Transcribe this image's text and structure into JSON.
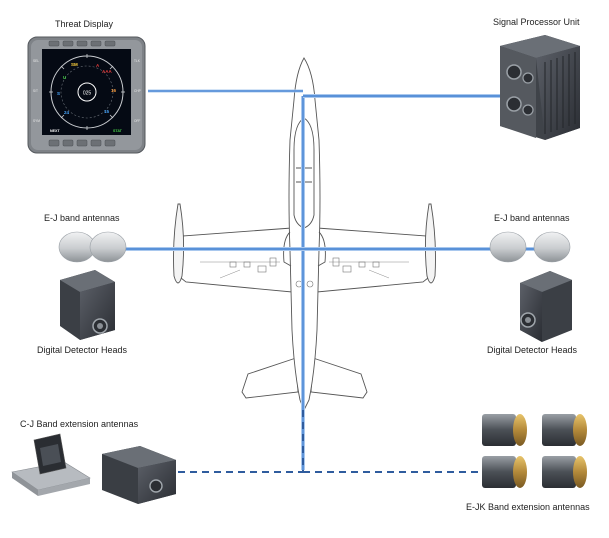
{
  "labels": {
    "threat_display": "Threat Display",
    "signal_processor": "Signal Processor Unit",
    "ej_left": "E-J band antennas",
    "ej_right": "E-J band antennas",
    "detector_left": "Digital Detector Heads",
    "detector_right": "Digital Detector Heads",
    "cj_band": "C-J Band extension antennas",
    "ejk_band": "E-JK Band extension antennas"
  },
  "threat_display_screen": {
    "center_readout": "025",
    "left_side_keys": [
      "SEL",
      "S/T",
      "SYM"
    ],
    "right_side_keys": [
      "TLK",
      "CHP",
      "OFF"
    ],
    "bottom_left_key": "NEXT",
    "bottom_right_key": "STAT",
    "symbols": [
      {
        "text": "SM",
        "color": "#ffd23c"
      },
      {
        "text": "A",
        "color": "#e23b3b"
      },
      {
        "text": "AAA",
        "color": "#e23b3b"
      },
      {
        "text": "16",
        "color": "#ffa040"
      },
      {
        "text": "U",
        "color": "#49d24a"
      },
      {
        "text": "S",
        "color": "#4aa8ff"
      },
      {
        "text": "24",
        "color": "#4aa8ff"
      },
      {
        "text": "15",
        "color": "#4aa8ff"
      }
    ]
  },
  "colors": {
    "link_line": "#3f7fd1",
    "link_line_outer": "#a9c8ee",
    "dashed_line": "#2f5c9e",
    "aircraft_outline": "#555555",
    "screen_bg": "#050a14"
  }
}
